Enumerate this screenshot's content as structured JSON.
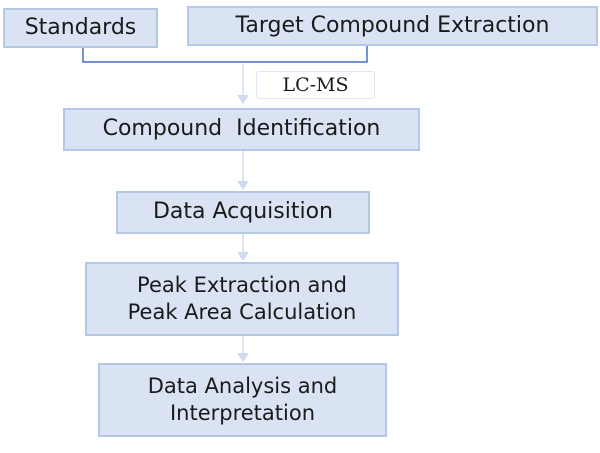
{
  "nodes": {
    "standards": "Standards",
    "target_extraction": "Target Compound Extraction",
    "identification": "Compound  Identification",
    "acquisition": "Data Acquisition",
    "peak_line1": "Peak Extraction and",
    "peak_line2": "Peak Area Calculation",
    "analysis_line1": "Data Analysis and",
    "analysis_line2": "Interpretation"
  },
  "edge_label": "LC-MS",
  "colors": {
    "box_fill": "#dae3f3",
    "box_border": "#b4c7e7",
    "connector": "#d0dced",
    "bracket": "#4472c4"
  }
}
